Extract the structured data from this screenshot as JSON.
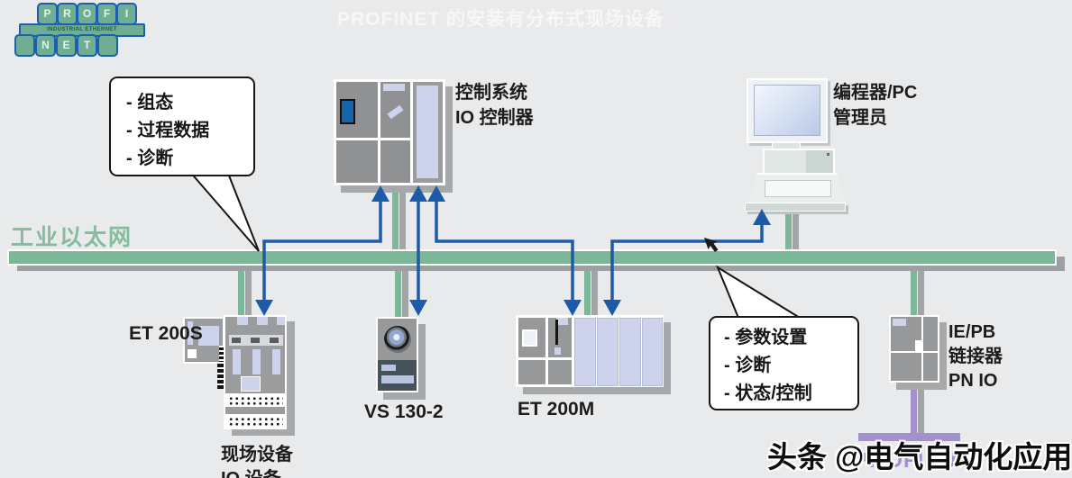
{
  "title": "PROFINET 的安装有分布式现场设备",
  "logo": {
    "top": [
      "P",
      "R",
      "O",
      "F",
      "I"
    ],
    "bottom": [
      "",
      "N",
      "E",
      "T",
      ""
    ],
    "bar_text": "INDUSTRIAL ETHERNET"
  },
  "network": {
    "ethernet_label": "工业以太网",
    "profibus_label": "PROFIBUS"
  },
  "bubbles": {
    "left": {
      "items": [
        "- 组态",
        "- 过程数据",
        "- 诊断"
      ]
    },
    "right": {
      "items": [
        "- 参数设置",
        "- 诊断",
        "- 状态/控制"
      ]
    }
  },
  "devices": {
    "controller": {
      "label_line1": "控制系统",
      "label_line2": "IO 控制器"
    },
    "pc": {
      "label_line1": "编程器/PC",
      "label_line2": "管理员"
    },
    "et200s": {
      "label": "ET 200S",
      "sublabel_line1": "现场设备",
      "sublabel_line2": "IO 设备"
    },
    "vs130": {
      "label": "VS 130-2"
    },
    "et200m": {
      "label": "ET 200M"
    },
    "iepb": {
      "label_line1": "IE/PB",
      "label_line2": "链接器",
      "label_line3": "PN IO"
    }
  },
  "watermark": "头条 @电气自动化应用",
  "colors": {
    "background": "#e9eaeb",
    "bus_green": "#7cb897",
    "label_green": "#86bb9e",
    "arrow_blue": "#1d5aa8",
    "profibus_purple": "#a291cc",
    "logo_green": "#6fae92",
    "logo_blue": "#1b5fae",
    "title_white": "#f7f7f8"
  }
}
